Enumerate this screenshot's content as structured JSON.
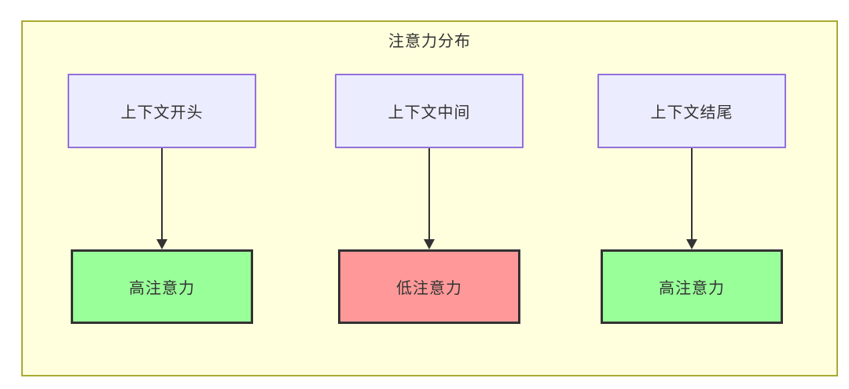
{
  "diagram": {
    "title": "注意力分布",
    "flows": [
      {
        "source": "上下文开头",
        "target": "高注意力",
        "attention_level": "high"
      },
      {
        "source": "上下文中间",
        "target": "低注意力",
        "attention_level": "low"
      },
      {
        "source": "上下文结尾",
        "target": "高注意力",
        "attention_level": "high"
      }
    ],
    "colors": {
      "canvas_background": "#FFFFFF",
      "container_fill": "#FFFFDE",
      "container_border": "#AAAA33",
      "source_node_fill": "#ECECFF",
      "source_node_border": "#9370DB",
      "high_attention_fill": "#99FF99",
      "low_attention_fill": "#FF9999",
      "target_node_border": "#333333",
      "arrow_color": "#333333",
      "text_color": "#333333"
    }
  }
}
